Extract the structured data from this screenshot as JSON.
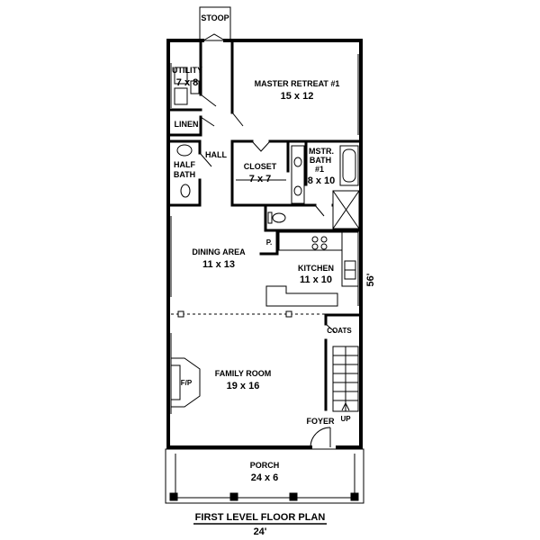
{
  "plan": {
    "title": "FIRST LEVEL FLOOR PLAN",
    "width_dim": "24'",
    "depth_dim": "56'"
  },
  "rooms": {
    "stoop": {
      "name": "STOOP"
    },
    "utility": {
      "name": "UTILITY",
      "size": "7 x 8"
    },
    "master_retreat": {
      "name": "MASTER RETREAT #1",
      "size": "15 x 12"
    },
    "linen": {
      "name": "LINEN"
    },
    "hall": {
      "name": "HALL"
    },
    "half_bath": {
      "name_line1": "HALF",
      "name_line2": "BATH"
    },
    "closet": {
      "name": "CLOSET",
      "size": "7 x 7"
    },
    "master_bath": {
      "name_line1": "MSTR.",
      "name_line2": "BATH",
      "name_line3": "#1",
      "size": "8 x 10"
    },
    "pantry": {
      "name": "P."
    },
    "dining_area": {
      "name": "DINING AREA",
      "size": "11 x 13"
    },
    "kitchen": {
      "name": "KITCHEN",
      "size": "11 x 10"
    },
    "coats": {
      "name": "COATS"
    },
    "family_room": {
      "name": "FAMILY ROOM",
      "size": "19 x 16"
    },
    "fireplace": {
      "name": "F/P"
    },
    "stair": {
      "name": "UP"
    },
    "foyer": {
      "name": "FOYER"
    },
    "porch": {
      "name": "PORCH",
      "size": "24 x 6"
    }
  }
}
